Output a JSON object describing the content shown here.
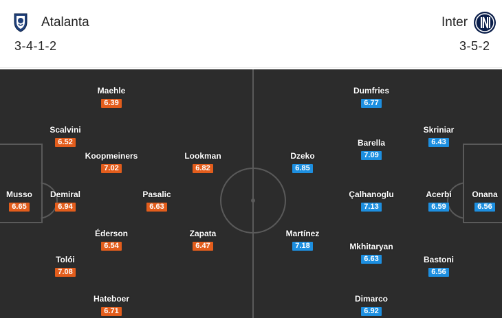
{
  "home": {
    "name": "Atalanta",
    "formation": "3-4-1-2",
    "rating_color": "#e35d1c",
    "crest_icon": "atalanta-crest-icon",
    "players": [
      {
        "name": "Musso",
        "rating": "6.65"
      },
      {
        "name": "Scalvini",
        "rating": "6.52"
      },
      {
        "name": "Demiral",
        "rating": "6.94"
      },
      {
        "name": "Tolói",
        "rating": "7.08"
      },
      {
        "name": "Maehle",
        "rating": "6.39"
      },
      {
        "name": "Koopmeiners",
        "rating": "7.02"
      },
      {
        "name": "Éderson",
        "rating": "6.54"
      },
      {
        "name": "Hateboer",
        "rating": "6.71"
      },
      {
        "name": "Pasalic",
        "rating": "6.63"
      },
      {
        "name": "Lookman",
        "rating": "6.82"
      },
      {
        "name": "Zapata",
        "rating": "6.47"
      }
    ]
  },
  "away": {
    "name": "Inter",
    "formation": "3-5-2",
    "rating_color": "#1d8fe0",
    "crest_icon": "inter-crest-icon",
    "players": [
      {
        "name": "Onana",
        "rating": "6.56"
      },
      {
        "name": "Skriniar",
        "rating": "6.43"
      },
      {
        "name": "Acerbi",
        "rating": "6.59"
      },
      {
        "name": "Bastoni",
        "rating": "6.56"
      },
      {
        "name": "Dumfries",
        "rating": "6.77"
      },
      {
        "name": "Barella",
        "rating": "7.09"
      },
      {
        "name": "Çalhanoglu",
        "rating": "7.13"
      },
      {
        "name": "Mkhitaryan",
        "rating": "6.63"
      },
      {
        "name": "Dimarco",
        "rating": "6.92"
      },
      {
        "name": "Dzeko",
        "rating": "6.85"
      },
      {
        "name": "Martínez",
        "rating": "7.18"
      }
    ]
  },
  "pitch_color": "#2c2c2c"
}
